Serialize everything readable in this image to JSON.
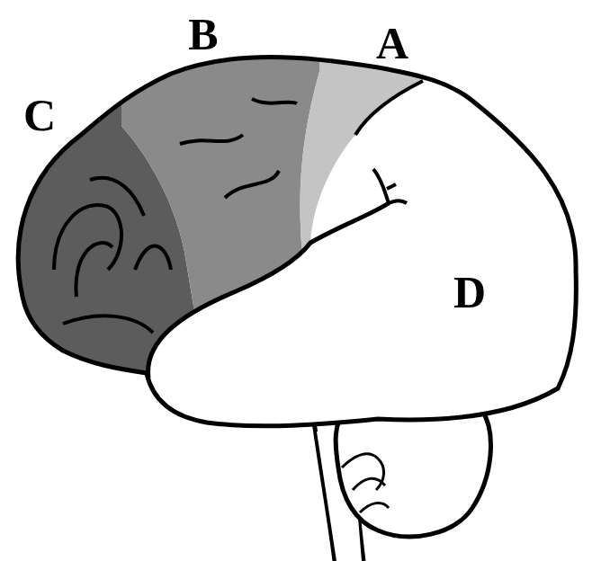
{
  "diagram": {
    "labels": [
      "B",
      "A",
      "C",
      "D"
    ]
  }
}
